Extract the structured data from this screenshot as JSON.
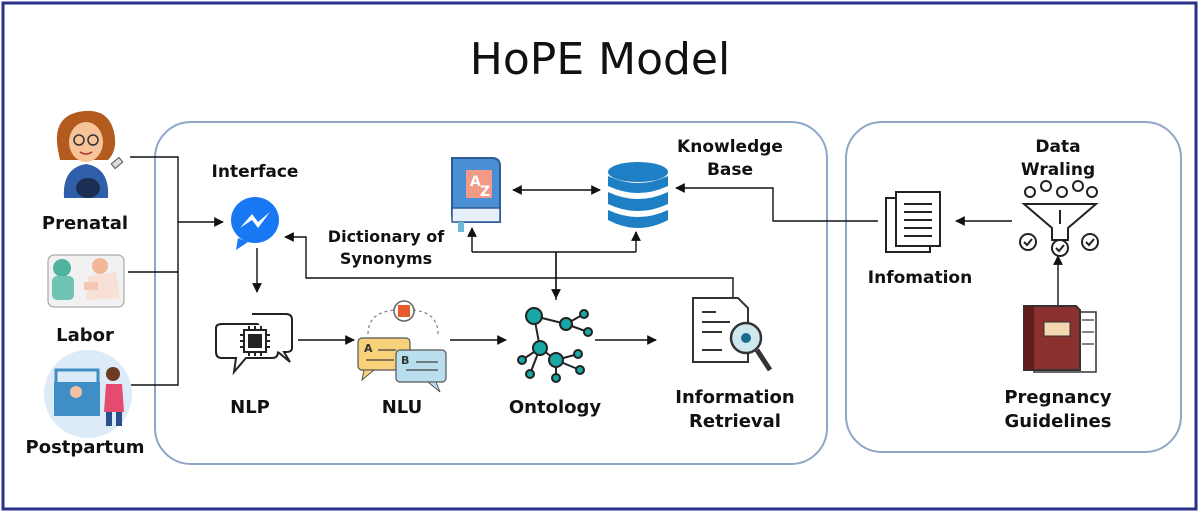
{
  "title": "HoPE Model",
  "inputs": {
    "prenatal": "Prenatal",
    "labor": "Labor",
    "postpartum": "Postpartum"
  },
  "components": {
    "interface": "Interface",
    "nlp": "NLP",
    "nlu": "NLU",
    "ontology": "Ontology",
    "information_retrieval": [
      "Information",
      "Retrieval"
    ],
    "dictionary": [
      "Dictionary of",
      "Synonyms"
    ],
    "knowledge_base": [
      "Knowledge",
      "Base"
    ],
    "information": "Infomation",
    "data_wrangling": [
      "Data",
      "Wraling"
    ],
    "pregnancy_guidelines": [
      "Pregnancy",
      "Guidelines"
    ]
  },
  "icons": {
    "dictionary_letters": [
      "A",
      "Z"
    ],
    "nlu_letters": [
      "A",
      "B"
    ]
  },
  "colors": {
    "border": "#2b2f8a",
    "panel_stroke": "#8fa6c8",
    "messenger_blue": "#1877f2",
    "database_blue": "#1f7fc4",
    "ontology_teal": "#1aa6a6",
    "book_red": "#8c2f2f"
  }
}
